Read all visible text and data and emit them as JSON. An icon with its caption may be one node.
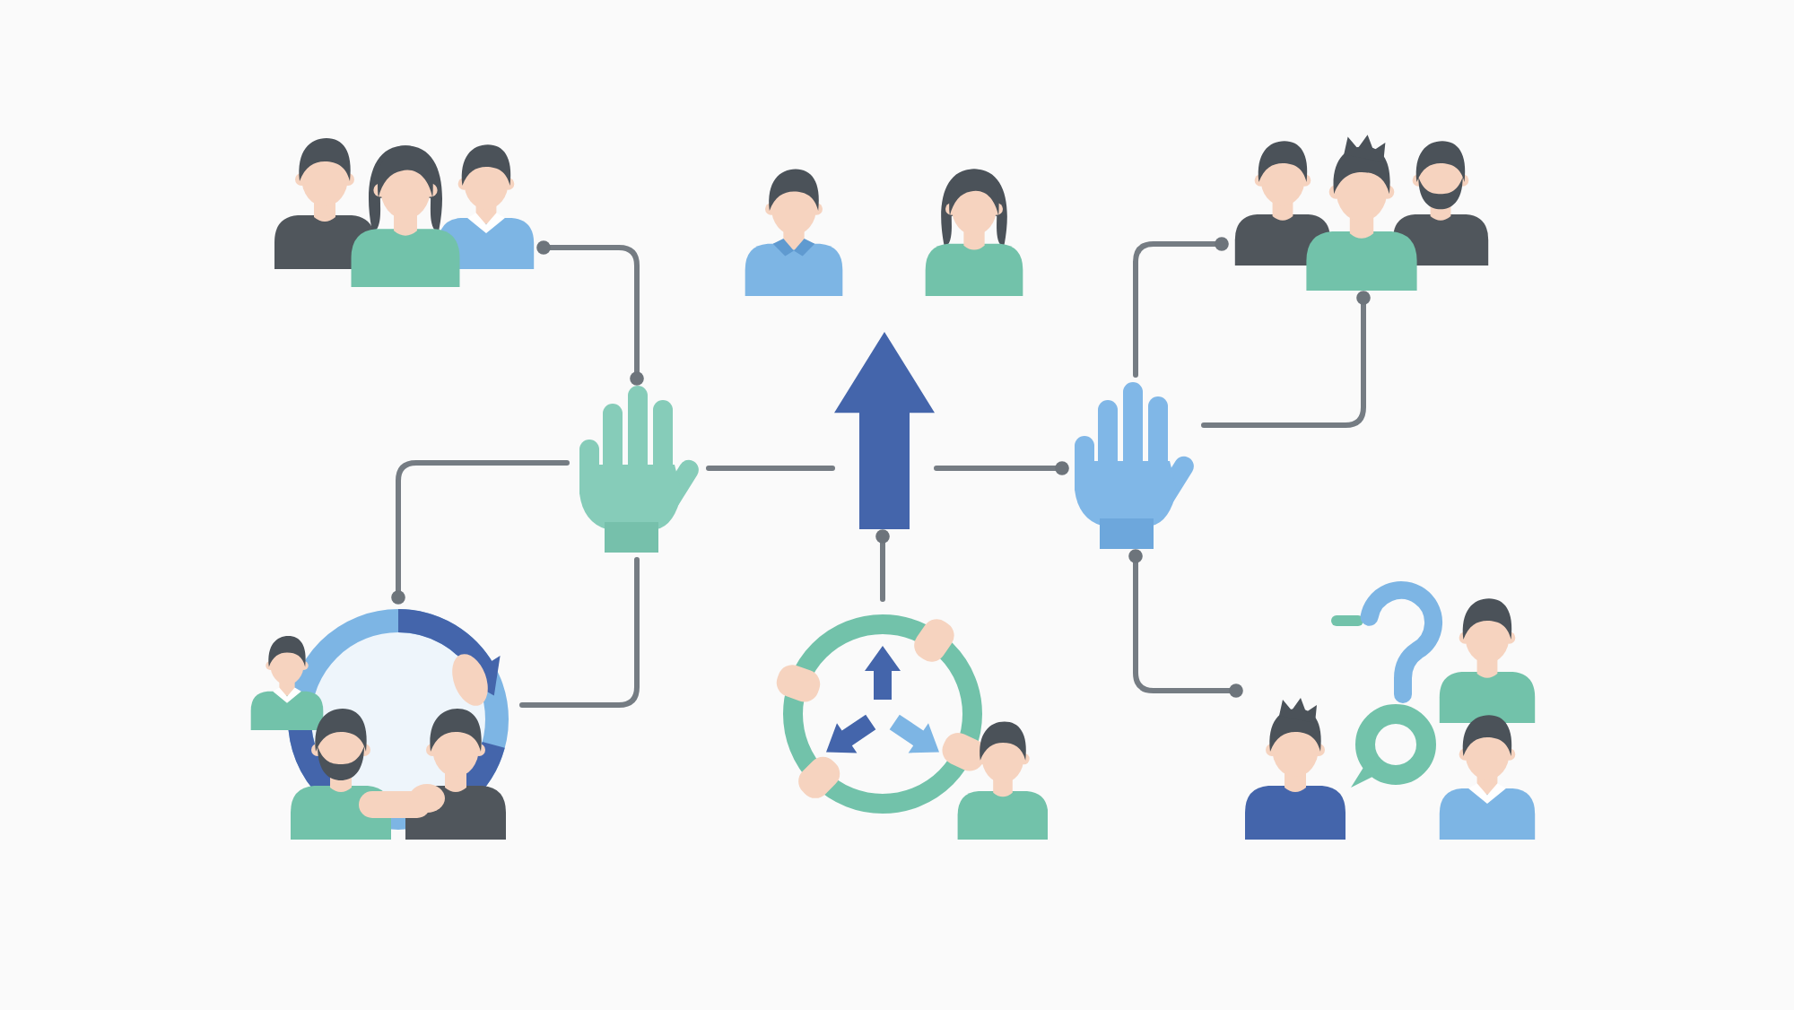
{
  "diagram": {
    "nodes": [
      {
        "text": [],
        "shape": "person"
      },
      {
        "text": [],
        "shape": "person"
      },
      {
        "text": [],
        "shape": "person"
      },
      {
        "text": [],
        "shape": "person"
      },
      {
        "text": [],
        "shape": "hand"
      },
      {
        "text": [],
        "shape": "arrow"
      },
      {
        "text": [],
        "shape": "hand"
      },
      {
        "text": [],
        "shape": "picture"
      },
      {
        "text": [],
        "shape": "picture"
      },
      {
        "text": [],
        "shape": "picture"
      }
    ],
    "edges": [
      {
        "from": 0,
        "to": 4,
        "arrow": "other"
      },
      {
        "from": 4,
        "to": 7,
        "arrow": "other"
      },
      {
        "from": 7,
        "to": 4,
        "arrow": "none"
      },
      {
        "from": 4,
        "to": 5,
        "arrow": "none"
      },
      {
        "from": 5,
        "to": 6,
        "arrow": "other"
      },
      {
        "from": 6,
        "to": 3,
        "arrow": "other"
      },
      {
        "from": 6,
        "to": 3,
        "arrow": "other"
      },
      {
        "from": 6,
        "to": 9,
        "arrow": "other"
      },
      {
        "from": 8,
        "to": 5,
        "arrow": "other"
      }
    ]
  }
}
